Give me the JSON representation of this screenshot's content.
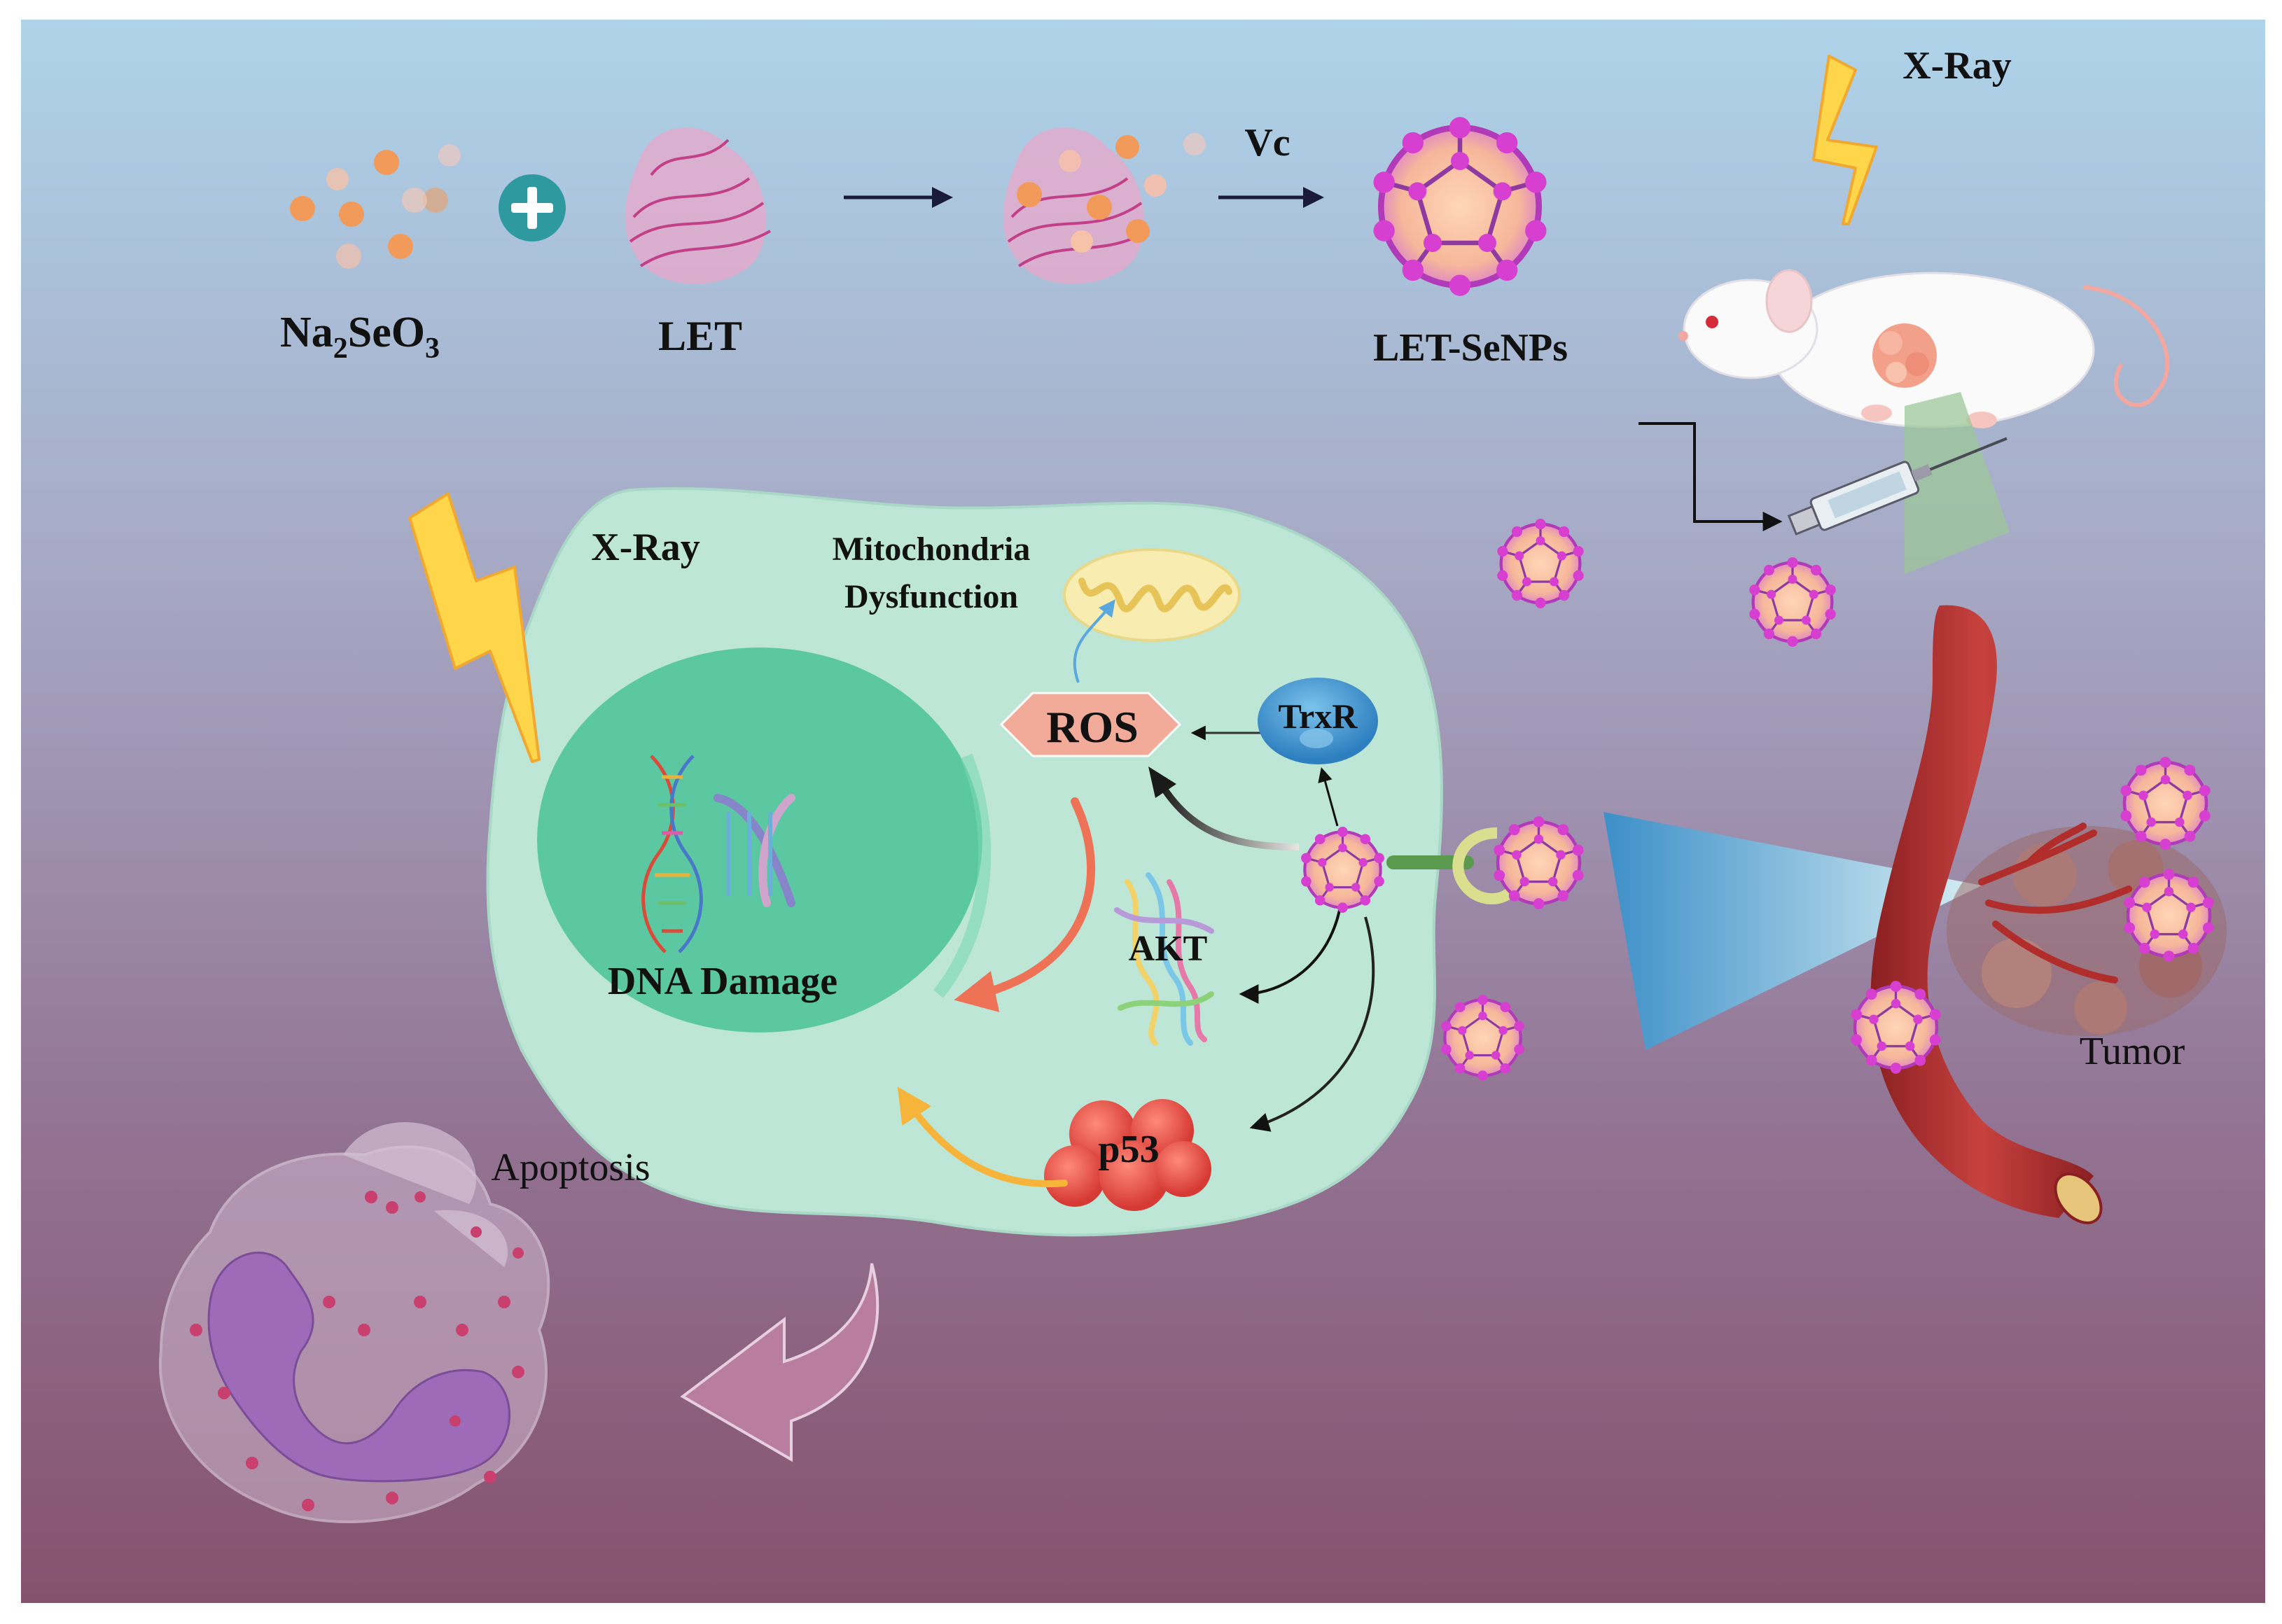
{
  "labels": {
    "na2seo3_prefix": "Na",
    "na2seo3_sub1": "2",
    "na2seo3_mid": "SeO",
    "na2seo3_sub2": "3",
    "let": "LET",
    "vc": "Vc",
    "let_senps": "LET-SeNPs",
    "xray_top": "X-Ray",
    "xray_cell": "X-Ray",
    "mito_line1": "Mitochondria",
    "mito_line2": "Dysfunction",
    "ros": "ROS",
    "trxr": "TrxR",
    "dna_damage": "DNA Damage",
    "akt": "AKT",
    "p53": "p53",
    "apoptosis": "Apoptosis",
    "tumor": "Tumor"
  },
  "colors": {
    "background_top": "#aed4ea",
    "background_bottom": "#85526d",
    "cell": "#bde6d6",
    "nucleus": "#5cc8a2",
    "se_particle": "#f29a5a",
    "let_polysaccharide": "#e9a7c9",
    "nanoparticle": "#cc33cc",
    "ros": "#f5a896",
    "trxr": "#3a8fcc",
    "p53": "#e5453f",
    "vessel": "#b8312f",
    "lightning": "#ffd64a",
    "apoptotic_body": "#9e6bb8"
  },
  "icons": [
    "lightning-icon",
    "plus-icon",
    "mouse-icon",
    "syringe-icon",
    "mitochondria-icon",
    "dna-icon",
    "nanoparticle-icon",
    "blood-vessel-icon",
    "tumor-icon",
    "apoptotic-cell-icon"
  ]
}
